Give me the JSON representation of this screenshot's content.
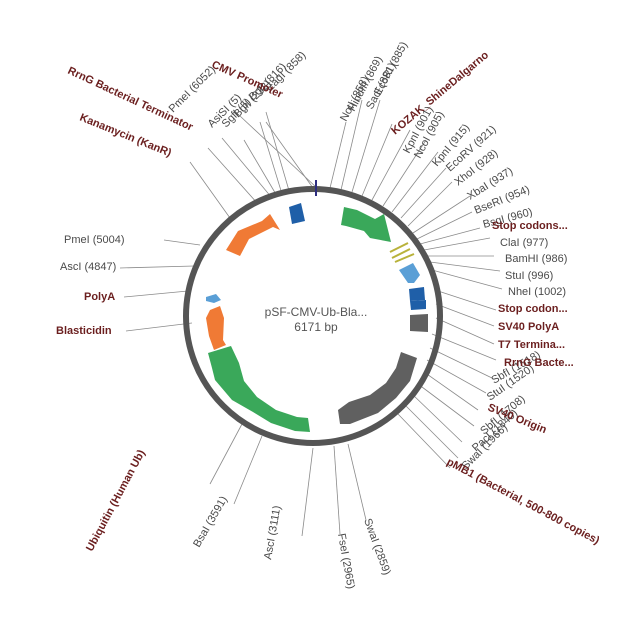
{
  "plasmid": {
    "name": "pSF-CMV-Ub-Bla...",
    "size": "6171 bp"
  },
  "colors": {
    "backbone": "#555555",
    "green": "#3aa85a",
    "orange": "#f07a35",
    "blue": "#1f5fa8",
    "lightblue": "#5a9fd6",
    "gray": "#606060",
    "olive": "#b8b23a",
    "feature_text": "#6b1f1f",
    "site_text": "#4a4a4a"
  },
  "sites": [
    {
      "text": "EagI (858)"
    },
    {
      "text": "BglI (816)"
    },
    {
      "text": "BglI (232)"
    },
    {
      "text": "SgfI (5)"
    },
    {
      "text": "AsiSI (5)"
    },
    {
      "text": "PmeI (6052)"
    },
    {
      "text": "NotI (858)"
    },
    {
      "text": "HindIII (869)"
    },
    {
      "text": "SacI (881)"
    },
    {
      "text": "EcoRI (885)"
    },
    {
      "text": "KpnI (901)"
    },
    {
      "text": "NcoI (905)"
    },
    {
      "text": "KpnI (915)"
    },
    {
      "text": "EcoRV (921)"
    },
    {
      "text": "XhoI (928)"
    },
    {
      "text": "XbaI (937)"
    },
    {
      "text": "BseRI (954)"
    },
    {
      "text": "BsgI (960)"
    },
    {
      "text": "ClaI (977)"
    },
    {
      "text": "BamHI (986)"
    },
    {
      "text": "StuI (996)"
    },
    {
      "text": "NheI (1002)"
    },
    {
      "text": "SbfI (1518)"
    },
    {
      "text": "StuI (1520)"
    },
    {
      "text": "SbfI (1708)"
    },
    {
      "text": "PacI (1840)"
    },
    {
      "text": "SwaI (1966)"
    },
    {
      "text": "SwaI (2859)"
    },
    {
      "text": "FseI (2965)"
    },
    {
      "text": "AscI (3111)"
    },
    {
      "text": "BsaI (3591)"
    },
    {
      "text": "AscI (4847)"
    },
    {
      "text": "PmeI (5004)"
    }
  ],
  "features": [
    {
      "text": "CMV Promoter"
    },
    {
      "text": "RrnG Bacterial Terminator"
    },
    {
      "text": "Kanamycin (KanR)"
    },
    {
      "text": "KOZAK_ShineDalgarno"
    },
    {
      "text": "Stop codons..."
    },
    {
      "text": "Stop codon..."
    },
    {
      "text": "SV40 PolyA"
    },
    {
      "text": "T7 Termina..."
    },
    {
      "text": "RrnG Bacte..."
    },
    {
      "text": "SV40 Origin"
    },
    {
      "text": "pMB1 (Bacterial, 500-800 copies)"
    },
    {
      "text": "Ubiquitin (Human Ub)"
    },
    {
      "text": "PolyA"
    },
    {
      "text": "Blasticidin"
    }
  ]
}
